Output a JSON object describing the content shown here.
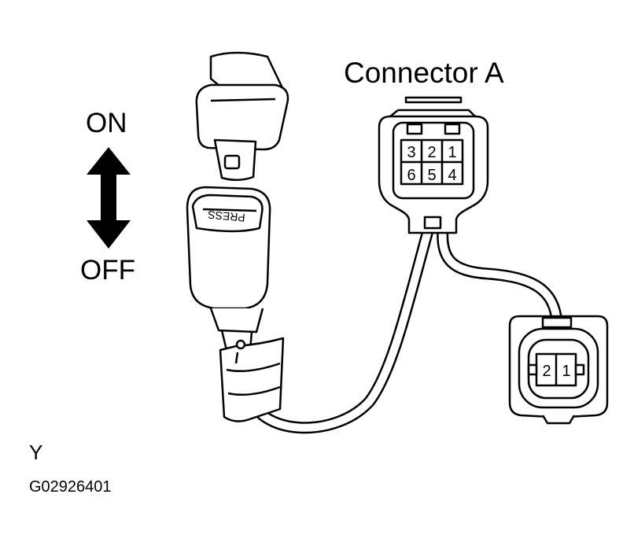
{
  "title": "Connector A",
  "toggle": {
    "on": "ON",
    "off": "OFF"
  },
  "buckle_text": "PRESS",
  "connector_a_pins": [
    "3",
    "2",
    "1",
    "6",
    "5",
    "4"
  ],
  "connector_b_pins": [
    "2",
    "1"
  ],
  "view_label": "Y",
  "figure_code": "G02926401"
}
